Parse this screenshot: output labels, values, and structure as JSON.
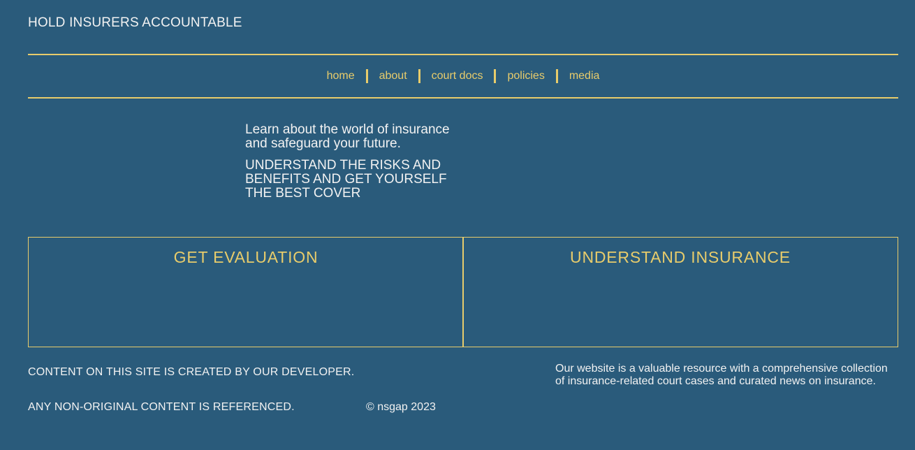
{
  "header": {
    "site_title": "HOLD INSURERS ACCOUNTABLE"
  },
  "nav": {
    "items": [
      {
        "label": "home"
      },
      {
        "label": "about"
      },
      {
        "label": "court docs"
      },
      {
        "label": "policies"
      },
      {
        "label": "media"
      }
    ]
  },
  "hero": {
    "tagline": "Learn about the world of insurance and safeguard your future.",
    "headline": "UNDERSTAND THE RISKS AND BENEFITS AND GET YOURSELF THE BEST COVER"
  },
  "cards": [
    {
      "title": "GET EVALUATION"
    },
    {
      "title": "UNDERSTAND INSURANCE"
    }
  ],
  "footer": {
    "credit": "CONTENT ON THIS SITE IS CREATED BY OUR DEVELOPER.",
    "reference_note": "ANY NON-ORIGINAL CONTENT IS REFERENCED.",
    "copyright": "© nsgap 2023",
    "description": "Our website is a valuable resource with a comprehensive collection of insurance-related court cases and curated news on insurance."
  },
  "colors": {
    "background": "#2a5b7b",
    "accent": "#e8cc6b",
    "text": "#f2f2f2"
  }
}
